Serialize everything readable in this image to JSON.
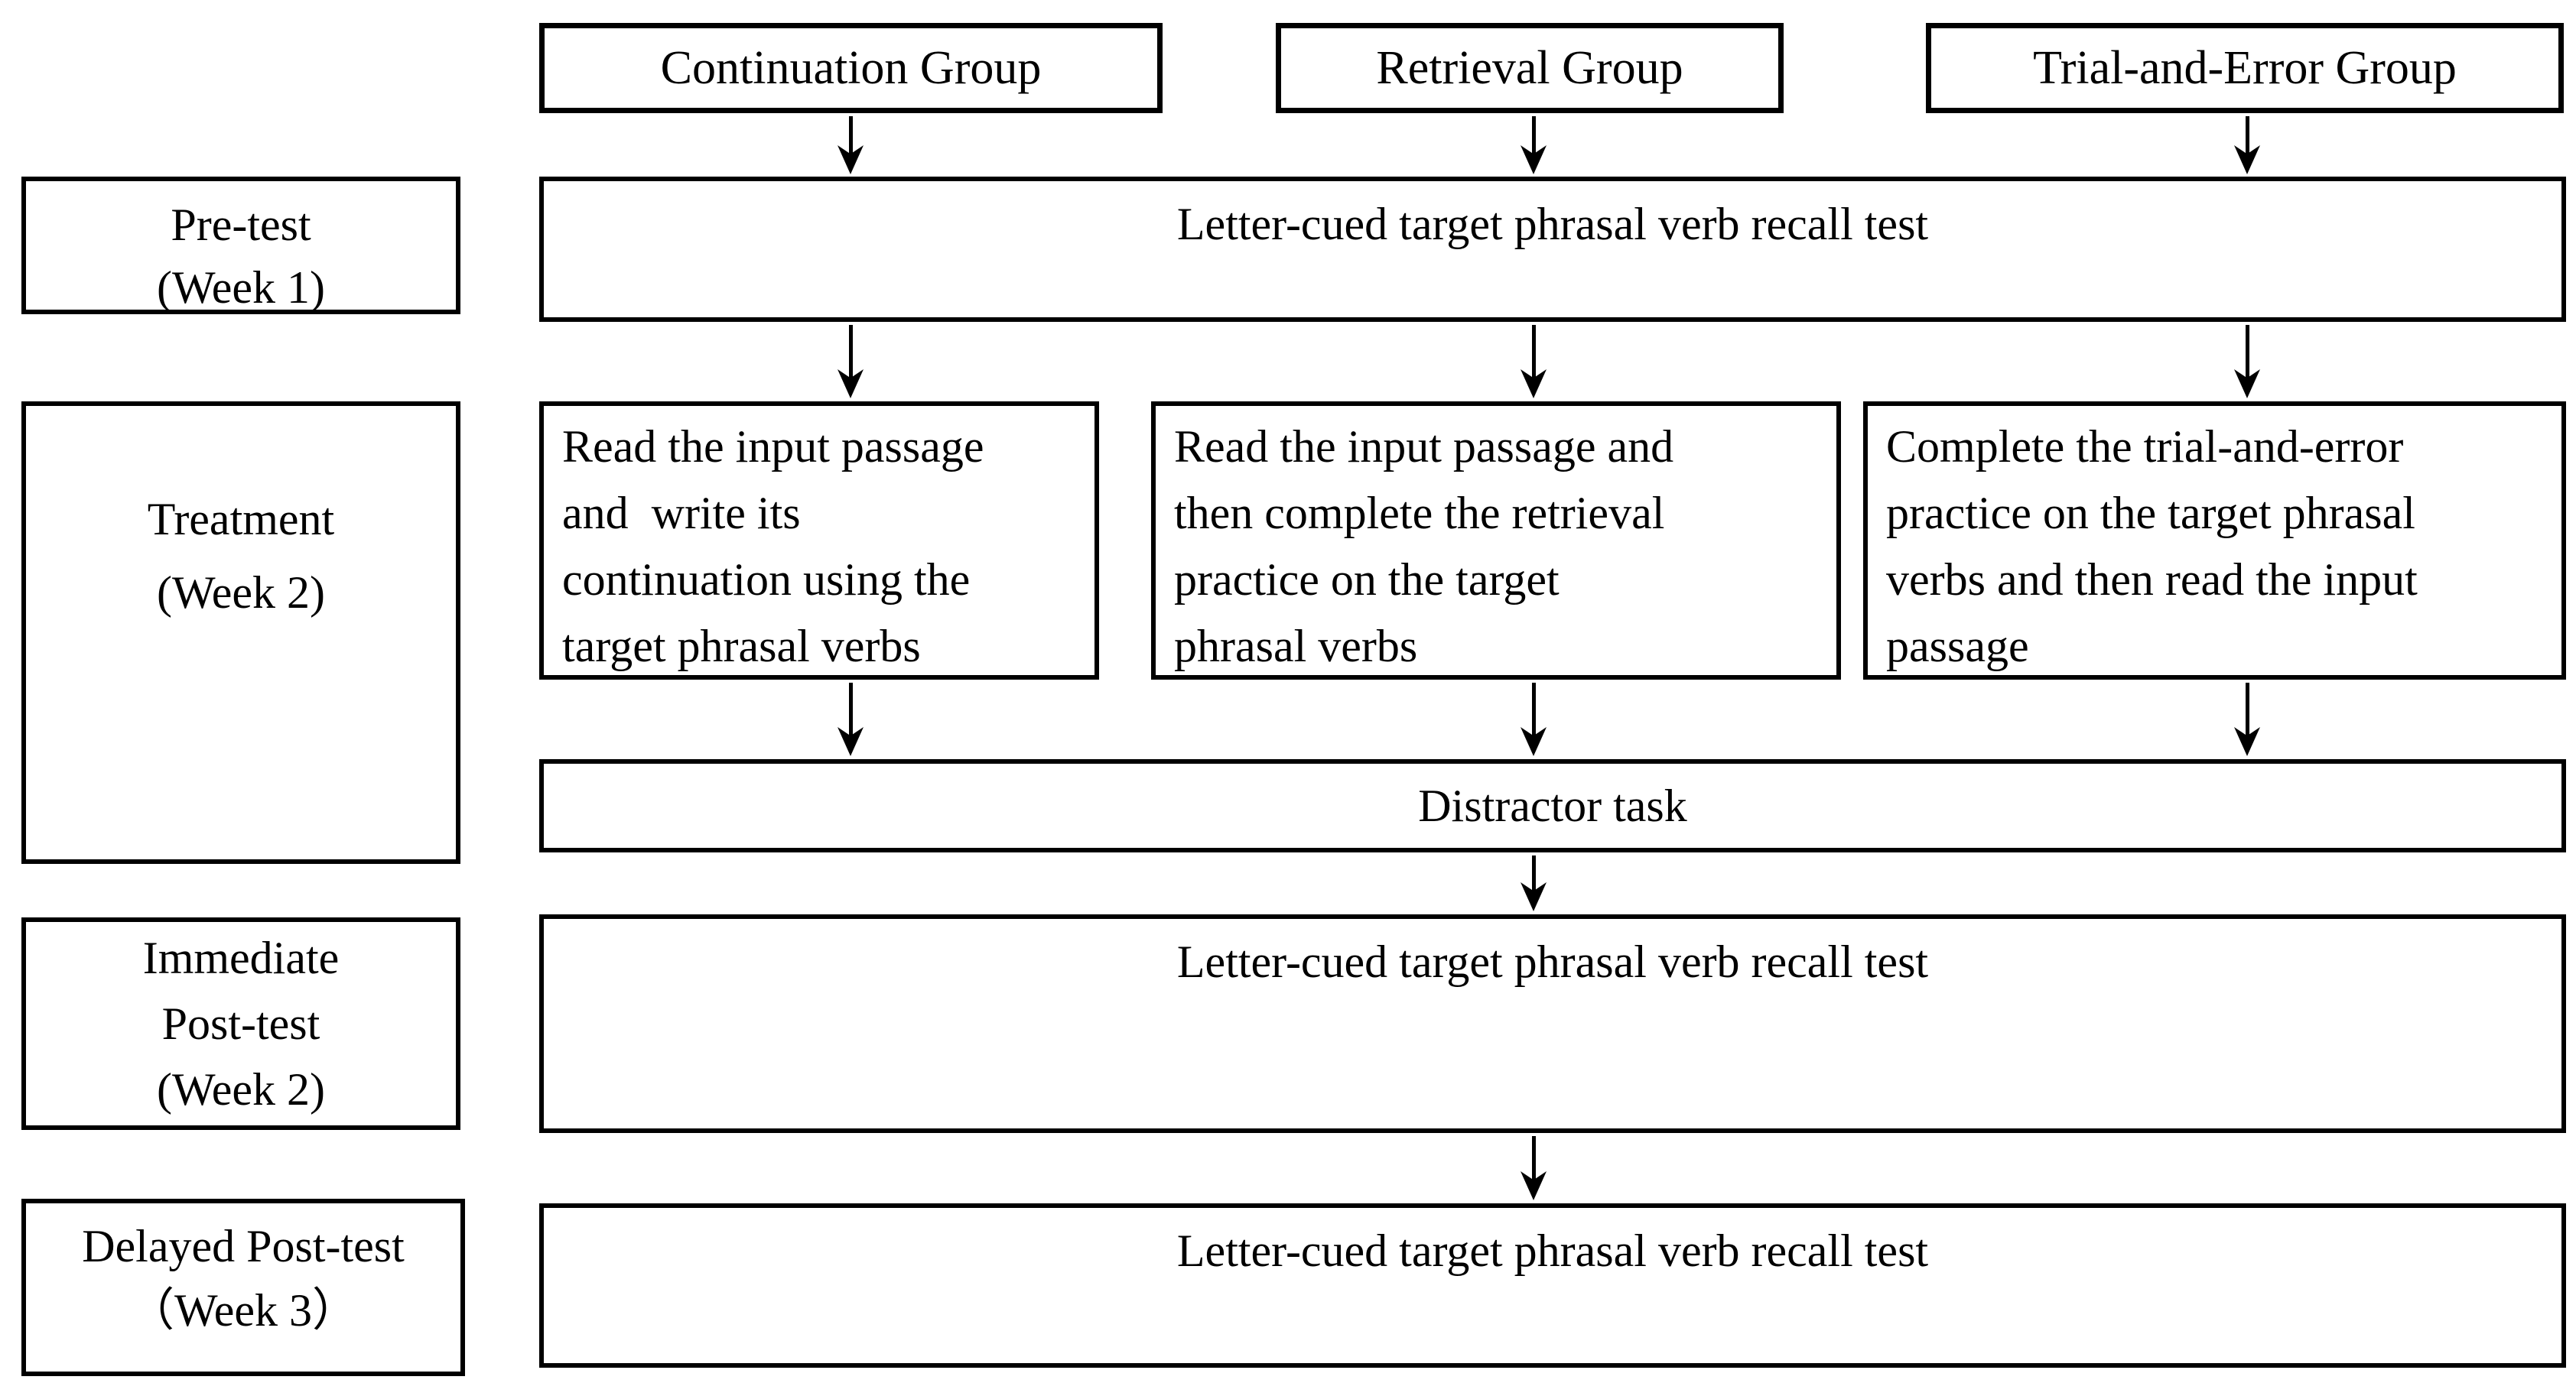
{
  "diagram": {
    "background_color": "#ffffff",
    "line_color": "#000000",
    "groups": [
      {
        "label": "Continuation Group"
      },
      {
        "label": "Retrieval Group"
      },
      {
        "label": "Trial-and-Error Group"
      }
    ],
    "phases": [
      {
        "line1": "Pre-test",
        "line2": "(Week 1)"
      },
      {
        "line1": "Treatment",
        "line2": "(Week 2)"
      },
      {
        "line1": "Immediate",
        "line2": "Post-test",
        "line3": "(Week 2)"
      },
      {
        "line1": "Delayed Post-test",
        "line2": "（Week 3）"
      }
    ],
    "bands": {
      "pretest": "Letter-cued target phrasal verb recall test",
      "distractor": "Distractor task",
      "immediate_posttest": "Letter-cued target phrasal verb recall test",
      "delayed_posttest": "Letter-cued target phrasal verb recall test"
    },
    "treatments": [
      {
        "line1": "Read the input passage",
        "line2": "and  write its",
        "line3": "continuation using the",
        "line4": "target phrasal verbs"
      },
      {
        "line1": "Read the input passage and",
        "line2": "then complete the retrieval",
        "line3": "practice on the target",
        "line4": "phrasal verbs"
      },
      {
        "line1": "Complete the trial-and-error",
        "line2": "practice on the target phrasal",
        "line3": "verbs and then read the input",
        "line4": "passage"
      }
    ]
  }
}
